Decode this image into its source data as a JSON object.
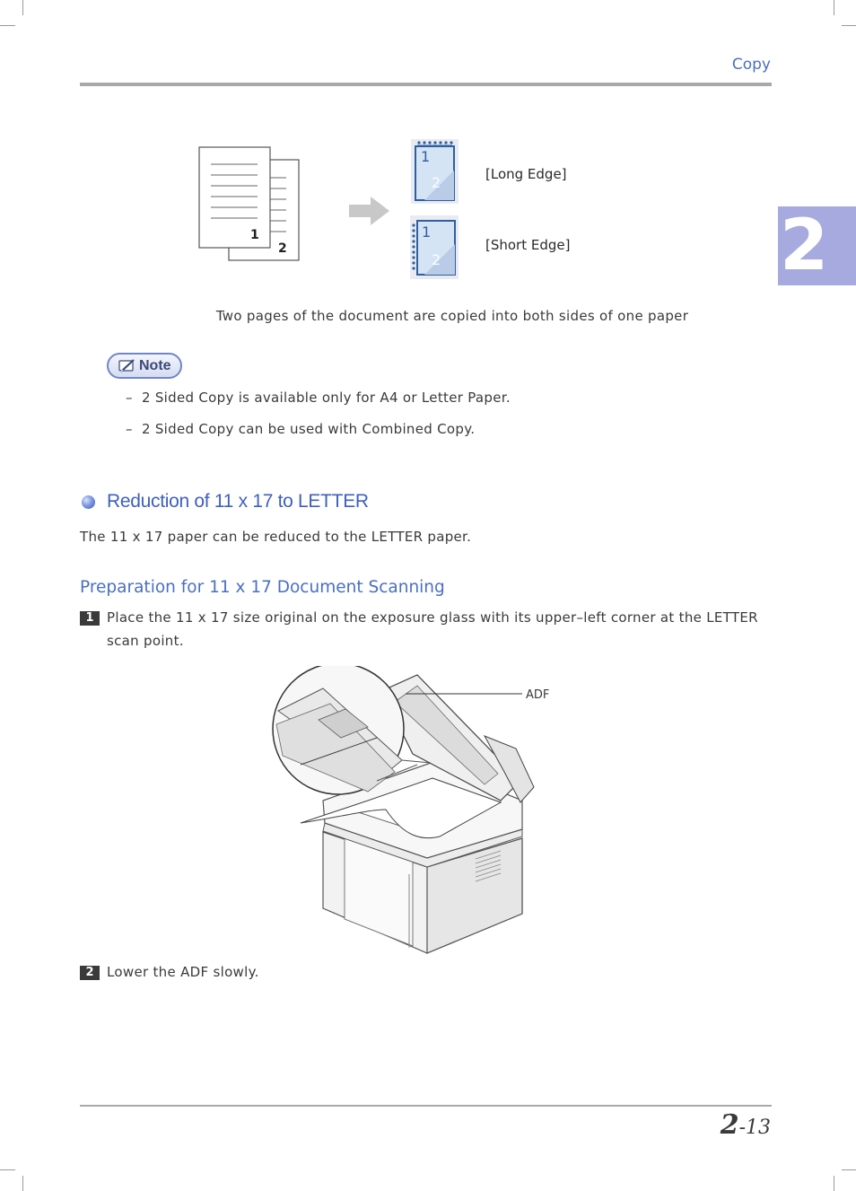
{
  "header": {
    "section": "Copy"
  },
  "chapter_tab": "2",
  "figure_top": {
    "source_page_numbers": [
      "1",
      "2"
    ],
    "long_edge_page_numbers": [
      "1",
      "2"
    ],
    "short_edge_page_numbers": [
      "1",
      "2"
    ],
    "long_edge_label": "[Long Edge]",
    "short_edge_label": "[Short Edge]",
    "caption": "Two pages of the document are copied into both sides of one paper"
  },
  "note": {
    "badge": "Note",
    "items": [
      "2 Sided Copy is available only for A4 or Letter Paper.",
      "2 Sided Copy can be used with Combined Copy."
    ],
    "dash": "–"
  },
  "section": {
    "title": "Reduction of 11 x 17 to LETTER",
    "intro": "The 11 x 17 paper can be reduced to the LETTER paper."
  },
  "subsection": {
    "title": "Preparation for 11 x 17 Document Scanning",
    "steps": [
      {
        "num": "1",
        "line1": "Place the 11 x 17 size original on the exposure glass with its upper–left corner at the LETTER",
        "line2": "scan point."
      },
      {
        "num": "2",
        "line1": "Lower the ADF slowly."
      }
    ]
  },
  "printer_figure": {
    "callout": "ADF"
  },
  "footer": {
    "chapter": "2",
    "separator": "-",
    "page": "13"
  },
  "colors": {
    "accent": "#4a6fc2",
    "tab": "#a6aadf",
    "rule": "#a9a9a9"
  }
}
